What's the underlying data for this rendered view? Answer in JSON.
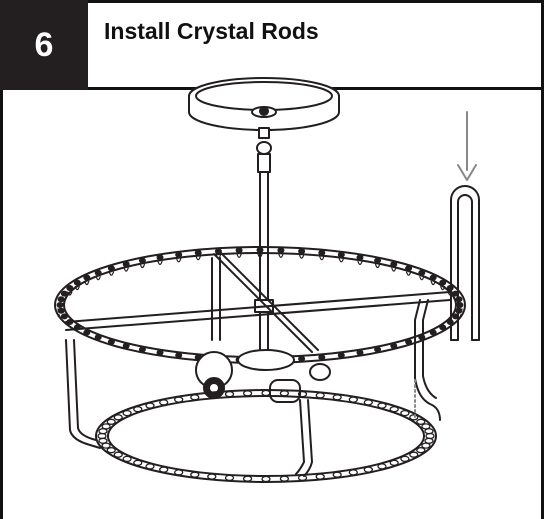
{
  "step": {
    "number": "6",
    "title": "Install Crystal Rods"
  },
  "diagram": {
    "subject": "chandelier-frame",
    "icons": [
      "down-arrow-icon",
      "crystal-rod-icon"
    ],
    "colors": {
      "ink": "#231f20",
      "arrow": "#888888",
      "background": "#ffffff"
    }
  }
}
